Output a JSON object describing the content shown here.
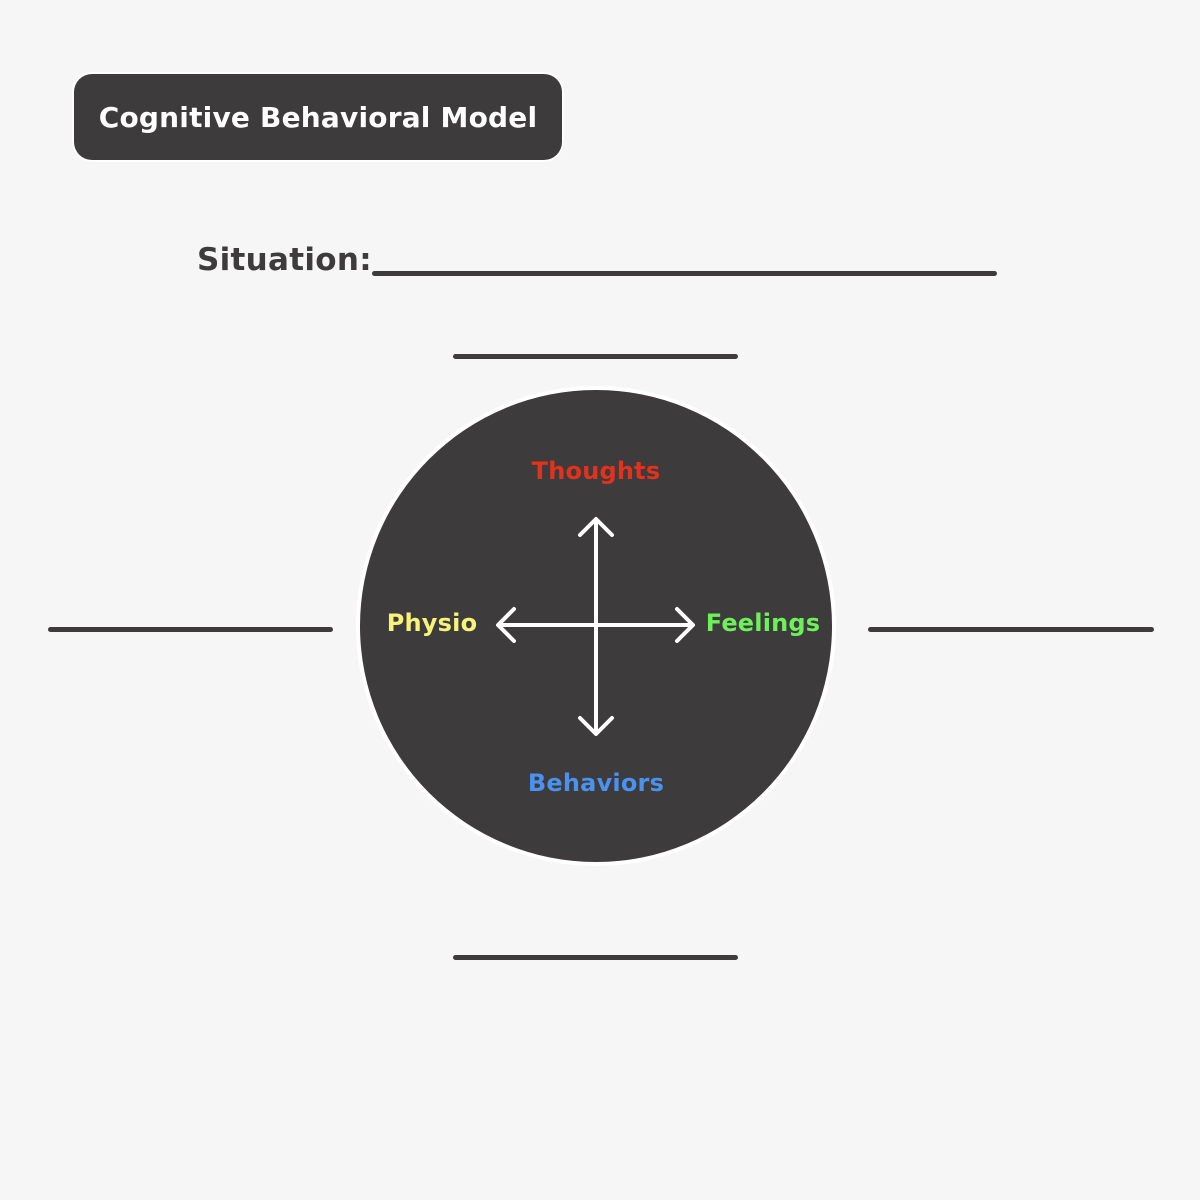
{
  "title": "Cognitive Behavioral Model",
  "situation": {
    "label": "Situation:"
  },
  "nodes": {
    "thoughts": {
      "label": "Thoughts",
      "color": "#e2321e"
    },
    "feelings": {
      "label": "Feelings",
      "color": "#6ef05a"
    },
    "behaviors": {
      "label": "Behaviors",
      "color": "#4a92ee"
    },
    "physio": {
      "label": "Physio",
      "color": "#f7f27a"
    }
  },
  "colors": {
    "background": "#f6f6f6",
    "dark": "#3d3b3c",
    "arrow": "#ffffff"
  }
}
